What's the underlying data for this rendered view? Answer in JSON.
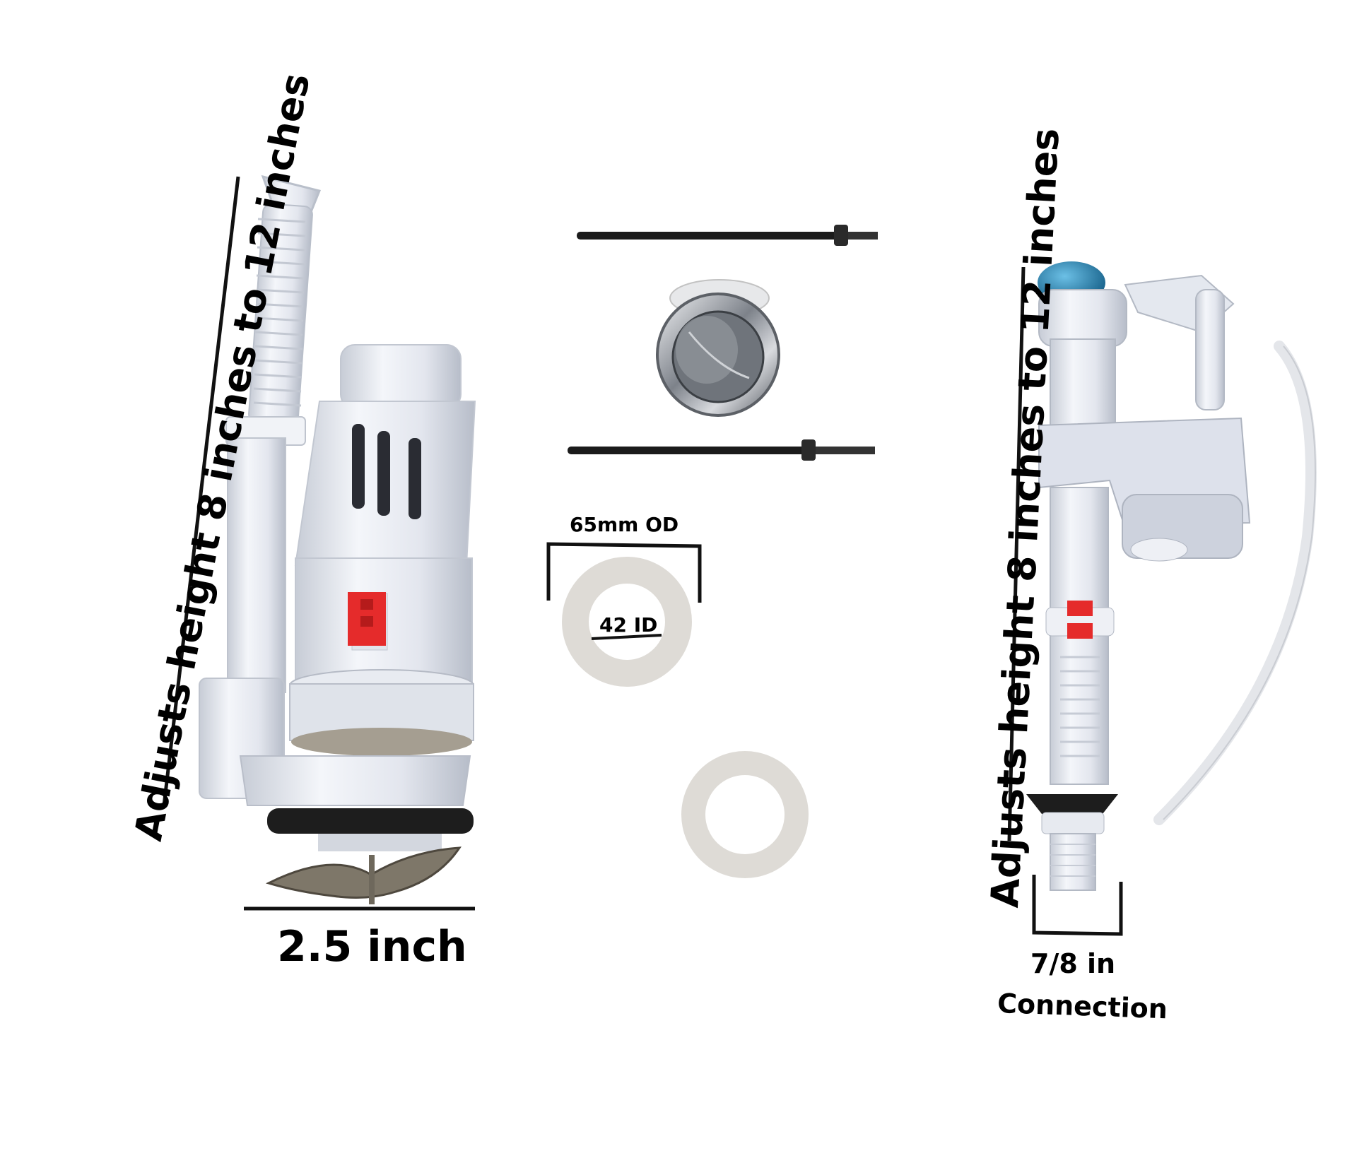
{
  "labels": {
    "left_height": "Adjusts height 8 inches to 12 inches",
    "right_height": "Adjusts height 8 inches to 12 inches",
    "flush_valve_width": "2.5 inch",
    "washer_od": "65mm OD",
    "washer_id": "42 ID",
    "connection_size": "7/8 in",
    "connection_word": "Connection"
  },
  "colors": {
    "background": "#ffffff",
    "plastic": "#eef0f5",
    "plastic_shade": "#c9ced8",
    "red_lever": "#e52b2b",
    "blue_cap": "#1f7fb0",
    "chrome": "#9aa0a8",
    "rubber": "#1d1d1d",
    "washer": "#dedbd6"
  }
}
